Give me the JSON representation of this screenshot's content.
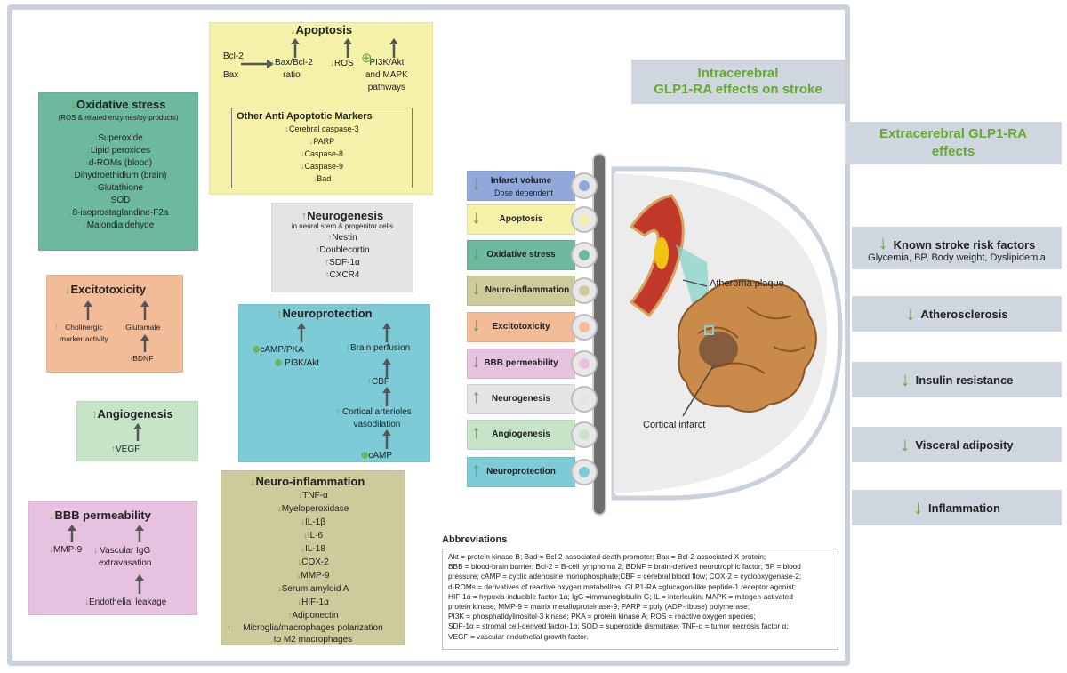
{
  "titles": {
    "intracerebral": "Intracerebral\nGLP1-RA effects on stroke",
    "extracerebral": "Extracerebral GLP1-RA\neffects"
  },
  "apoptosis": {
    "title": "Apoptosis",
    "bcl2": "Bcl-2",
    "bax": "Bax",
    "ratio": "Bax/Bcl-2\nratio",
    "ros": "ROS",
    "pi3k": "PI3K/Akt\nand MAPK\npathways",
    "other_title": "Other Anti Apoptotic Markers",
    "other_items": [
      "Cerebral caspase-3",
      "PARP",
      "Caspase-8",
      "Caspase-9",
      "Bad"
    ]
  },
  "oxidative": {
    "title": "Oxidative stress",
    "subtitle": "(ROS & related enzymes/by-products)",
    "items": [
      "Superoxide",
      "Lipid peroxides",
      "d-ROMs (blood)",
      "Dihydroethidium (brain)",
      "Glutathione",
      "SOD",
      "8-isoprostaglandine-F2a",
      "Malondialdehyde"
    ]
  },
  "excitotoxicity": {
    "title": "Excitotoxicity",
    "cholinergic": "Cholinergic\nmarker activity",
    "glutamate": "Glutamate",
    "bdnf": "BDNF"
  },
  "angiogenesis": {
    "title": "Angiogenesis",
    "vegf": "VEGF"
  },
  "bbb": {
    "title": "BBB permeability",
    "mmp9": "MMP-9",
    "igg": "Vascular IgG\nextravasation",
    "leak": "Endothelial leakage"
  },
  "neurogenesis": {
    "title": "Neurogenesis",
    "subtitle": "in neural stem & progenitor cells",
    "items": [
      "Nestin",
      "Doublecortin",
      "SDF-1α",
      "CXCR4"
    ]
  },
  "neuroprotection": {
    "title": "Neuroprotection",
    "camp_pka": "cAMP/PKA",
    "pi3k": "PI3K/Akt",
    "perfusion": "Brain perfusion",
    "cbf": "CBF",
    "cortical": "Cortical arterioles\nvasodilation",
    "camp": "cAMP"
  },
  "neuroinflammation": {
    "title": "Neuro-inflammation",
    "items": [
      "TNF-α",
      "Myeloperoxidase",
      "IL-1β",
      "IL-6",
      "IL-18",
      "COX-2",
      "MMP-9",
      "Serum amyloid A",
      "HIF-1α",
      "Adiponectin"
    ],
    "last": "Microglia/macrophages polarization\nto M2 macrophages"
  },
  "legend": {
    "infarct": "Infarct volume",
    "infarct_sub": "Dose dependent",
    "apoptosis": "Apoptosis",
    "oxidative": "Oxidative stress",
    "neuroinflammation": "Neuro-inflammation",
    "excitotoxicity": "Excitotoxicity",
    "bbb": "BBB permeability",
    "neurogenesis": "Neurogenesis",
    "angiogenesis": "Angiogenesis",
    "neuroprotection": "Neuroprotection"
  },
  "brain": {
    "atheroma": "Atheroma plaque",
    "cortical_infarct": "Cortical infarct"
  },
  "extra": {
    "risk_title": "Known stroke risk factors",
    "risk_sub": "Glycemia, BP, Body weight, Dyslipidemia",
    "athero": "Atherosclerosis",
    "insulin": "Insulin resistance",
    "visceral": "Visceral adiposity",
    "inflammation": "Inflammation"
  },
  "abbreviations": {
    "title": "Abbreviations",
    "lines": [
      "Akt = protein kinase B; Bad = Bcl-2-associated death promoter; Bax = Bcl-2-associated X protein;",
      "BBB = blood-brain barrier; Bcl-2 = B-cell lymphoma 2; BDNF = brain-derived neurotrophic factor; BP = blood",
      "pressure; cAMP = cyclic adenosine monophosphate;CBF = cerebral blood flow; COX-2 = cyclooxygenase-2;",
      "d-ROMs = derivatives of reactive oxygen metabolites; GLP1-RA =glucagon-like peptide-1 receptor agonist;",
      "HIF-1α = hypoxia-inducible factor-1α; IgG =immunoglobulin G; IL = interleukin; MAPK = mitogen-activated",
      "protein kinase; MMP-9 = matrix metalloproteinase-9; PARP =  poly (ADP-ribose) polymerase;",
      "PI3K = phosphatidylinositol-3 kinase; PKA = protein kinase A; ROS = reactive oxygen species;",
      "SDF-1α = stromal cell-derived factor-1α; SOD = superoxide dismutase; TNF-α = tumor necrosis factor α;",
      "VEGF = vascular endothelial growth factor."
    ]
  },
  "colors": {
    "arrow_green": "#66a92e",
    "apoptosis_bg": "#f6f1a9",
    "oxidative_bg": "#6db99e",
    "excito_bg": "#f2bc98",
    "angio_bg": "#c6e5c8",
    "bbb_bg": "#e7c1e0",
    "neurogenesis_bg": "#e4e4e7",
    "neuroprotection_bg": "#7ccbd6",
    "neuroinflam_bg": "#cdcb9c",
    "infarct_bg": "#91a9da",
    "extra_bg": "#cfd6e0"
  }
}
